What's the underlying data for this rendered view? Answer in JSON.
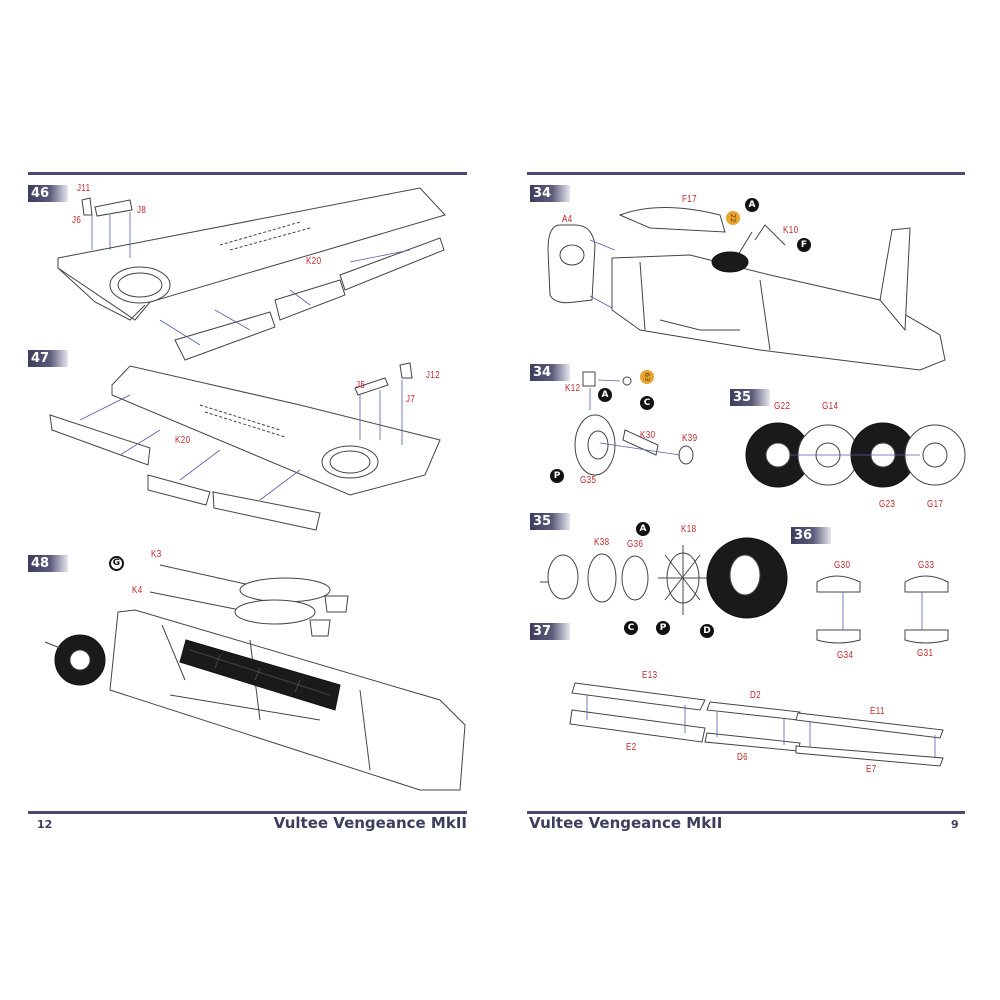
{
  "left_page": {
    "page_number": "12",
    "footer_title": "Vultee Vengeance MkII",
    "steps": [
      {
        "number": "46",
        "parts": [
          "J11",
          "J8",
          "J6",
          "K20"
        ]
      },
      {
        "number": "47",
        "parts": [
          "J5",
          "J12",
          "J7",
          "K20"
        ]
      },
      {
        "number": "48",
        "parts": [
          "K3",
          "K4"
        ],
        "markers": [
          "G"
        ]
      }
    ]
  },
  "right_page": {
    "page_number": "9",
    "footer_title": "Vultee Vengeance MkII",
    "steps": [
      {
        "number": "34",
        "parts": [
          "F17",
          "A4",
          "K10"
        ],
        "markers": [
          "A",
          "F"
        ],
        "paint_codes": [
          "22"
        ]
      },
      {
        "number": "34",
        "parts": [
          "K12",
          "K30",
          "K39",
          "G35"
        ],
        "markers": [
          "A",
          "C",
          "P"
        ],
        "paint_codes": [
          "63"
        ]
      },
      {
        "number": "35",
        "parts": [
          "G22",
          "G14",
          "G23",
          "G17"
        ]
      },
      {
        "number": "35",
        "parts": [
          "K18",
          "K38",
          "G36"
        ],
        "markers": [
          "A",
          "C",
          "P",
          "D"
        ]
      },
      {
        "number": "36",
        "parts": [
          "G30",
          "G33",
          "G34",
          "G31"
        ]
      },
      {
        "number": "37",
        "parts": [
          "E13",
          "D2",
          "E11",
          "E2",
          "D6",
          "E7"
        ]
      }
    ]
  },
  "colors": {
    "accent": "#3d3d5e",
    "part_label": "#c0282d",
    "paint_code": "#e8a530"
  }
}
